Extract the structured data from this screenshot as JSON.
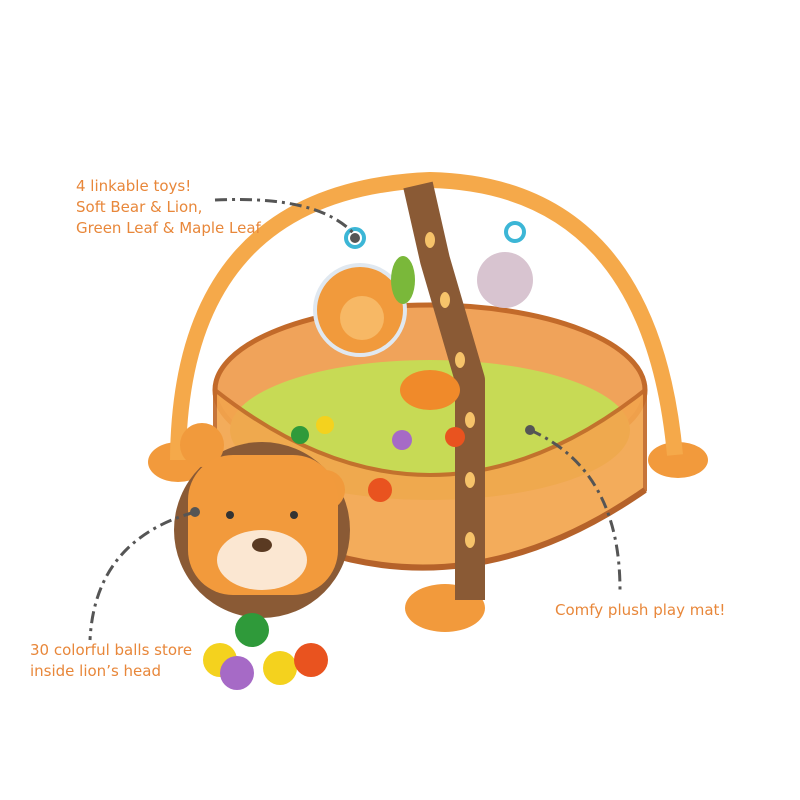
{
  "callouts": {
    "toys": {
      "lines": [
        "4 linkable toys!",
        "Soft Bear & Lion,",
        "Green Leaf & Maple Leaf"
      ]
    },
    "balls": {
      "lines": [
        "30 colorful balls store",
        "inside lion’s head"
      ]
    },
    "mat": {
      "lines": [
        "Comfy plush play mat!"
      ]
    }
  },
  "colors": {
    "caption": "#e8873a",
    "leader": "#555555",
    "arch": "#f5a94a",
    "pen": "#d9782e",
    "mat": "#b8d24a",
    "pole": "#8a5a35"
  },
  "balls": [
    {
      "name": "green",
      "color": "#2f9a3a"
    },
    {
      "name": "yellow",
      "color": "#f4d21e"
    },
    {
      "name": "purple",
      "color": "#a66ac6"
    },
    {
      "name": "yellow",
      "color": "#f4d21e"
    },
    {
      "name": "orange",
      "color": "#e9531f"
    }
  ]
}
